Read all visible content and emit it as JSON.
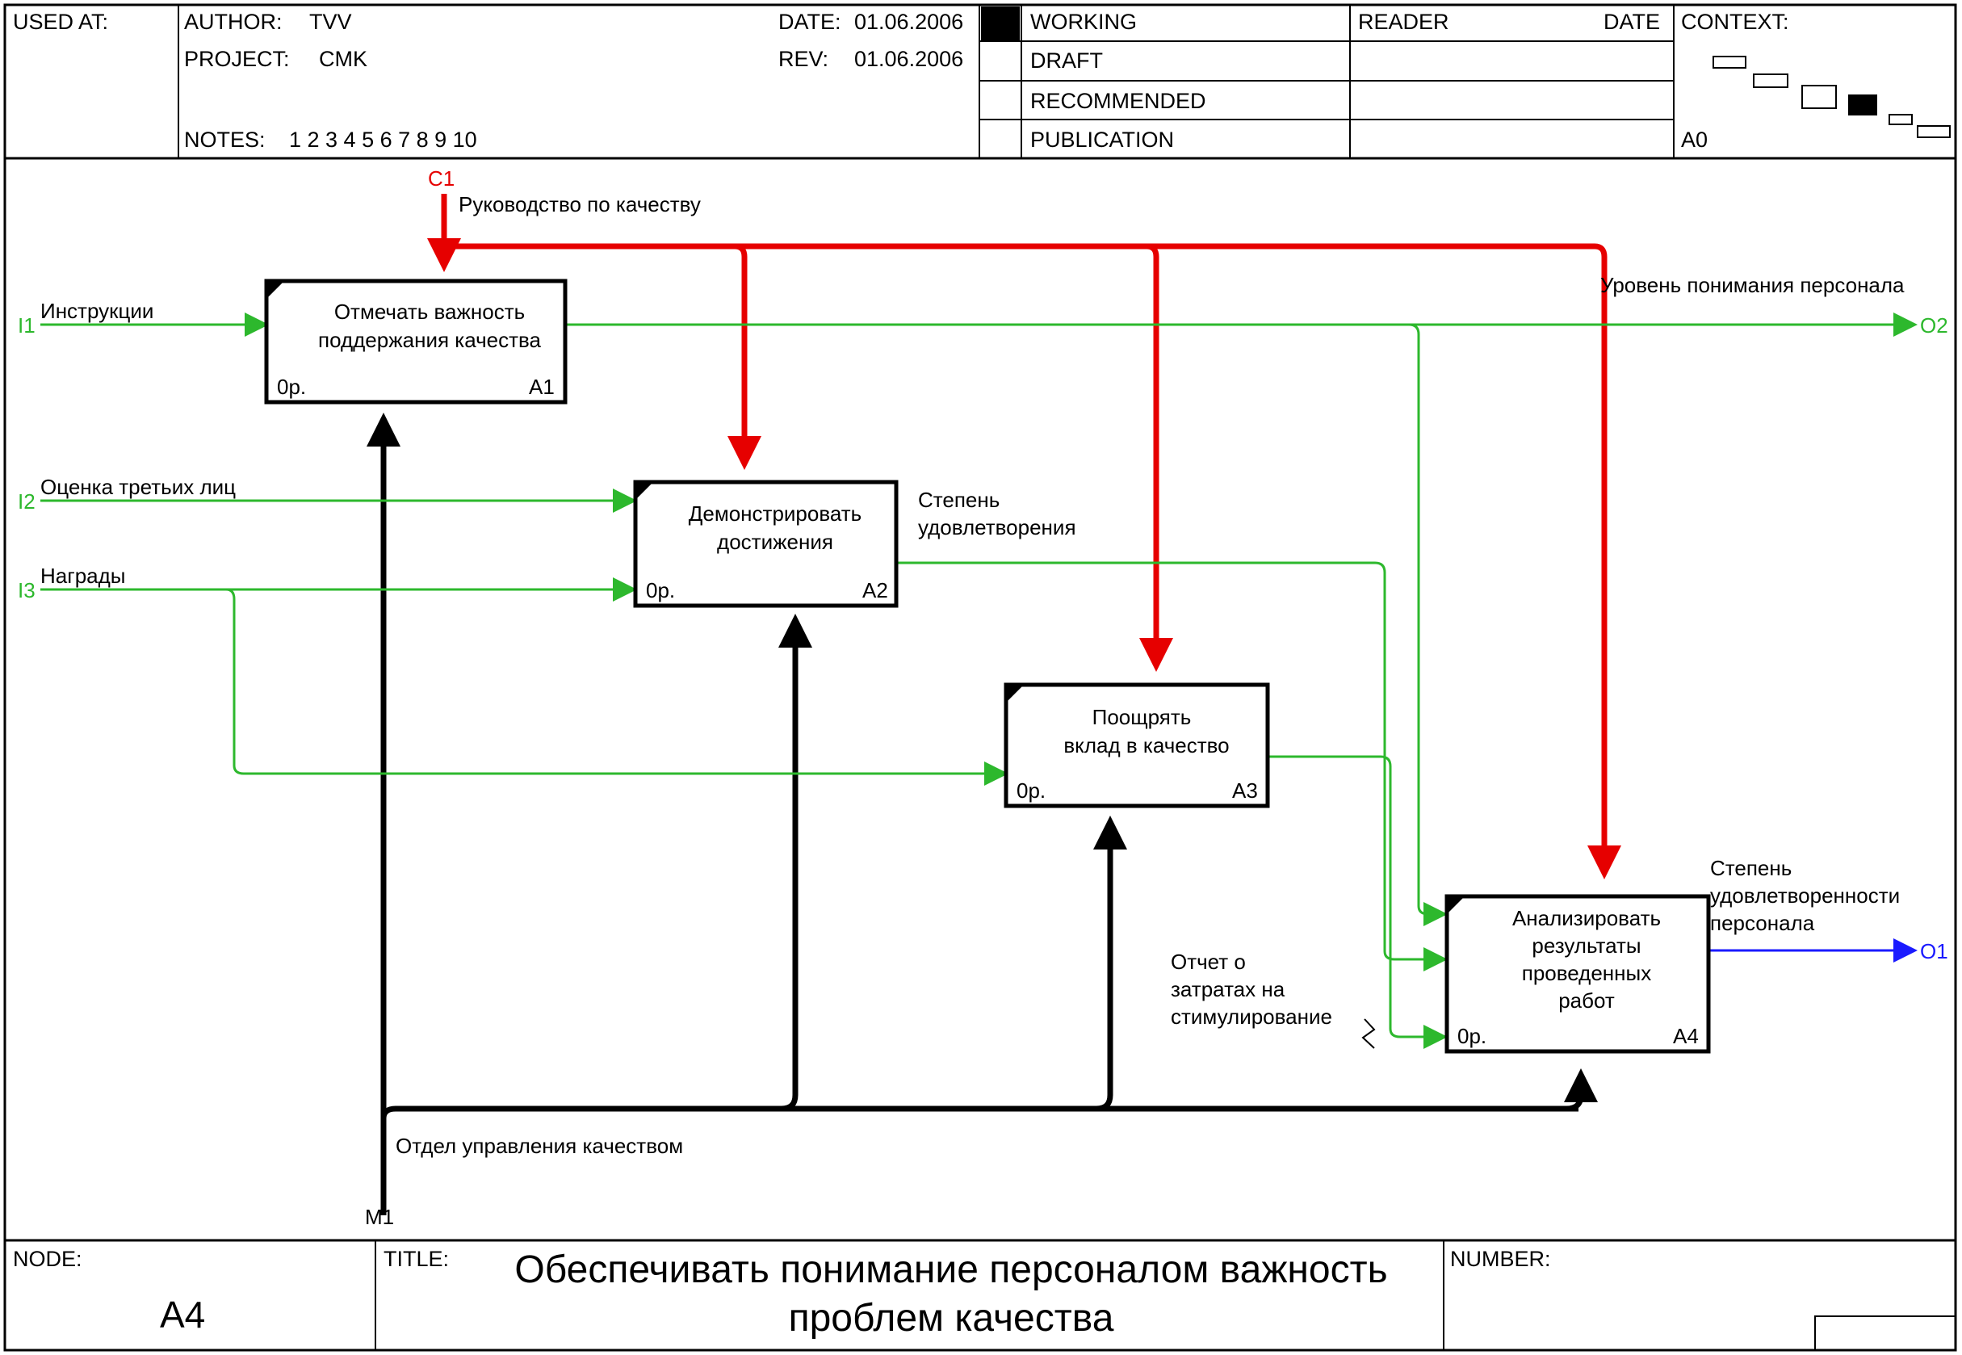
{
  "header": {
    "used_at_label": "USED AT:",
    "author_label": "AUTHOR:",
    "author": "TVV",
    "project_label": "PROJECT:",
    "project": "CMK",
    "date_label": "DATE:",
    "date": "01.06.2006",
    "rev_label": "REV:",
    "rev": "01.06.2006",
    "notes_label": "NOTES:",
    "notes": "1  2  3  4  5  6  7  8  9  10",
    "status": [
      "WORKING",
      "DRAFT",
      "RECOMMENDED",
      "PUBLICATION"
    ],
    "reader_label": "READER",
    "reader_date_label": "DATE",
    "context_label": "CONTEXT:",
    "context_node": "A0"
  },
  "boxes": [
    {
      "line1": "Отмечать важность",
      "line2": "поддержания качества",
      "cost": "0р.",
      "id": "A1"
    },
    {
      "line1": "Демонстрировать",
      "line2": "достижения",
      "cost": "0р.",
      "id": "A2"
    },
    {
      "line1": "Поощрять",
      "line2": "вклад в качество",
      "cost": "0р.",
      "id": "A3"
    },
    {
      "line1": "Анализировать",
      "line2": "результаты",
      "line3": "проведенных",
      "line4": "работ",
      "cost": "0р.",
      "id": "A4"
    }
  ],
  "arrows": {
    "c1_code": "C1",
    "c1_label": "Руководство по качеству",
    "i1_code": "I1",
    "i1_label": "Инструкции",
    "i2_code": "I2",
    "i2_label": "Оценка третьих лиц",
    "i3_code": "I3",
    "i3_label": "Награды",
    "o2_code": "O2",
    "o2_label": "Уровень понимания персонала",
    "a2_out_line1": "Степень",
    "a2_out_line2": "удовлетворения",
    "a3_out_line1": "Отчет о",
    "a3_out_line2": "затратах на",
    "a3_out_line3": "стимулирование",
    "o1_code": "O1",
    "o1_line1": "Степень",
    "o1_line2": "удовлетворенности",
    "o1_line3": "персонала",
    "m1_code": "M1",
    "m1_label": "Отдел управления качеством"
  },
  "footer": {
    "node_label": "NODE:",
    "node": "A4",
    "title_label": "TITLE:",
    "title_line1": "Обеспечивать понимание персоналом важность",
    "title_line2": "проблем качества",
    "number_label": "NUMBER:"
  },
  "colors": {
    "control": "#e60000",
    "input": "#2db82d",
    "output_blue": "#1a1aff",
    "mechanism": "#000000"
  }
}
